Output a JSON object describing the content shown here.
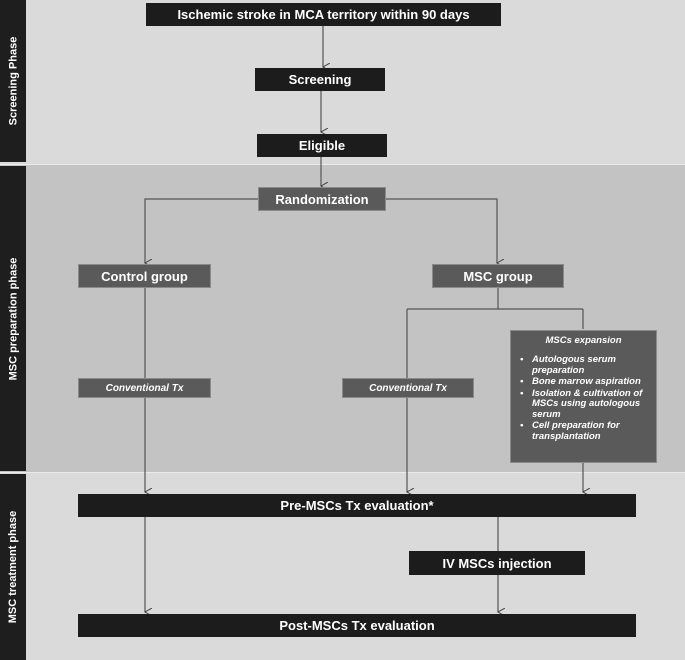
{
  "phases": {
    "screening": "Screening Phase",
    "preparation": "MSC preparation phase",
    "treatment": "MSC treatment phase"
  },
  "boxes": {
    "inclusion": "Ischemic stroke in MCA territory within 90 days",
    "screening": "Screening",
    "eligible": "Eligible",
    "randomization": "Randomization",
    "control_group": "Control group",
    "msc_group": "MSC group",
    "conventional_tx_control": "Conventional Tx",
    "conventional_tx_msc": "Conventional Tx",
    "pre_evaluation": "Pre-MSCs Tx evaluation*",
    "injection": "IV MSCs injection",
    "post_evaluation": "Post-MSCs Tx evaluation"
  },
  "expansion": {
    "title": "MSCs expansion",
    "steps": [
      "Autologous serum preparation",
      "Bone marrow aspiration",
      "Isolation & cultivation of MSCs using autologous serum",
      "Cell preparation for transplantation"
    ]
  },
  "colors": {
    "black_box": "#1c1c1c",
    "gray_box": "#5a5a5a",
    "background_light": "#dadada",
    "background_mid": "#c3c3c3",
    "connector": "#555555"
  }
}
